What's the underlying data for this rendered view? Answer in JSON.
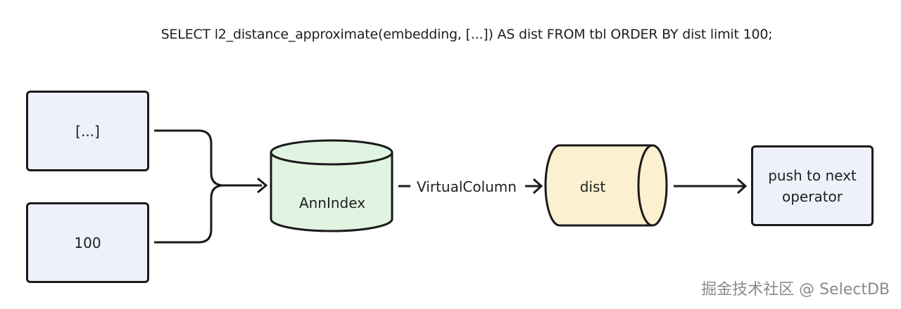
{
  "diagram": {
    "sql": "SELECT l2_distance_approximate(embedding, [...]) AS dist FROM tbl  ORDER BY dist limit 100;",
    "nodes": {
      "vector": "[...]",
      "limit": "100",
      "index": "AnnIndex",
      "column": "dist",
      "push": "push to next operator"
    },
    "edge_label": "VirtualColumn"
  },
  "colors": {
    "stroke": "#1a1a1a",
    "box_fill": "#eef1f9",
    "index_fill": "#e0f4e2",
    "column_fill": "#fbf0cf"
  },
  "watermark": "掘金技术社区 @ SelectDB"
}
